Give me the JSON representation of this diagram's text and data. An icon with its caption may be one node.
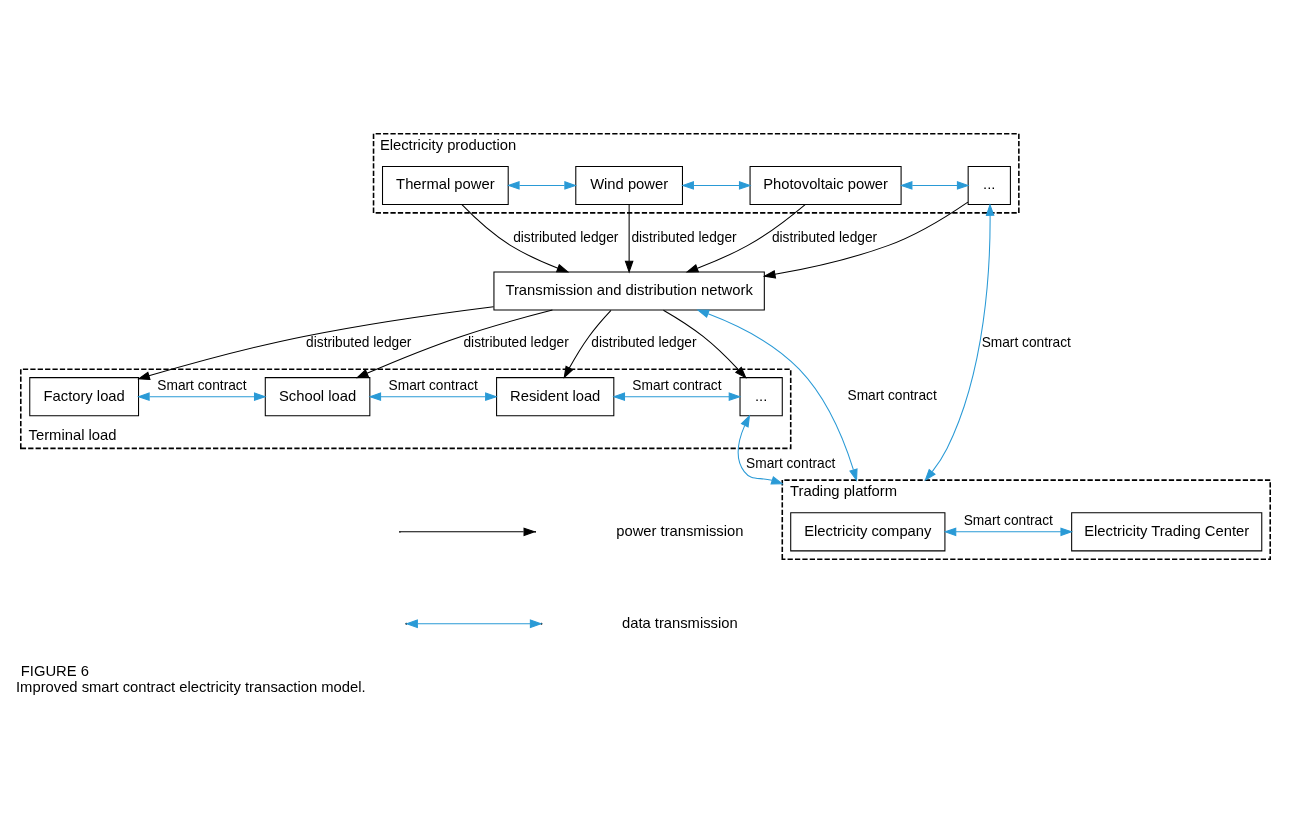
{
  "diagram": {
    "title": "FIGURE 6",
    "caption": "Improved smart contract electricity transaction model.",
    "nodes": [
      {
        "text": [
          "Electricity production"
        ]
      },
      {
        "text": [
          "Thermal power"
        ],
        "in": 0
      },
      {
        "text": [
          "Wind power"
        ],
        "in": 0
      },
      {
        "text": [
          "Photovoltaic power"
        ],
        "in": 0
      },
      {
        "text": [
          "..."
        ],
        "in": 0
      },
      {
        "text": [
          "Transmission and distribution network"
        ]
      },
      {
        "text": [
          "Trading platform"
        ]
      },
      {
        "text": [
          "Electricity Trading Center"
        ],
        "in": 6
      },
      {
        "text": [
          "Electricity company"
        ],
        "in": 6
      },
      {
        "text": [
          "Terminal load"
        ]
      },
      {
        "text": [
          "Factory load"
        ],
        "in": 9
      },
      {
        "text": [
          "School load"
        ],
        "in": 9
      },
      {
        "text": [
          "Resident load"
        ],
        "in": 9
      },
      {
        "text": [
          "..."
        ],
        "in": 9
      }
    ],
    "edges": [
      {
        "from": 1,
        "to": 2,
        "arrow": "both"
      },
      {
        "from": 2,
        "to": 3,
        "arrow": "both"
      },
      {
        "from": 3,
        "to": 4,
        "arrow": "both"
      },
      {
        "from": 4,
        "to": 6,
        "arrow": "both",
        "label": "Smart contract"
      },
      {
        "from": 1,
        "to": 5,
        "arrow": "to",
        "label": "distributed ledger",
        "color": "#000000"
      },
      {
        "from": 2,
        "to": 5,
        "arrow": "to",
        "label": "distributed ledger",
        "color": "#000000"
      },
      {
        "from": 3,
        "to": 5,
        "arrow": "to",
        "label": "distributed ledger",
        "color": "#000000"
      },
      {
        "from": 4,
        "to": 5,
        "arrow": "to",
        "color": "#000000"
      },
      {
        "from": 5,
        "to": 6,
        "arrow": "both",
        "label": "Smart contract"
      },
      {
        "from": 7,
        "to": 8,
        "arrow": "both",
        "label": "Smart contract"
      },
      {
        "from": 5,
        "to": 10,
        "arrow": "to",
        "label": "distributed ledger",
        "color": "#000000"
      },
      {
        "from": 5,
        "to": 11,
        "arrow": "to",
        "label": "distributed ledger",
        "color": "#000000"
      },
      {
        "from": 5,
        "to": 12,
        "arrow": "to",
        "label": "distributed ledger",
        "color": "#000000"
      },
      {
        "from": 5,
        "to": 13,
        "arrow": "to",
        "color": "#000000"
      },
      {
        "from": 10,
        "to": 11,
        "arrow": "both",
        "label": "Smart contract"
      },
      {
        "from": 11,
        "to": 12,
        "arrow": "both",
        "label": "Smart contract"
      },
      {
        "from": 12,
        "to": 13,
        "arrow": "both",
        "label": "Smart contract"
      },
      {
        "from": 13,
        "to": 6,
        "arrow": "both",
        "label": "Smart contract"
      }
    ],
    "legend": [
      {
        "text": "power transmission"
      },
      {
        "text": "data transmission"
      }
    ]
  }
}
